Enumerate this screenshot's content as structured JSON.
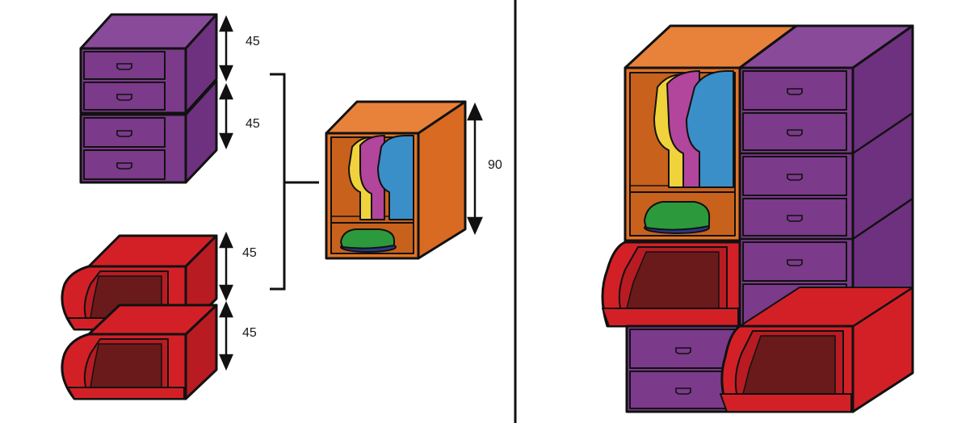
{
  "dimensions": {
    "drawer_unit_top": "45",
    "drawer_unit_bottom": "45",
    "bin_unit_top": "45",
    "bin_unit_bottom": "45",
    "wardrobe_unit": "90"
  },
  "colors": {
    "purple": "#7b3a8a",
    "red": "#d32027",
    "orange": "#e07427",
    "garment_pink": "#b2459c",
    "garment_blue": "#3b8fc8",
    "garment_yellow": "#f0d23c",
    "folded_green": "#2c9a3c",
    "folded_navy": "#2b3a8a",
    "bin_window": "#6a1a1a",
    "outline": "#111111"
  },
  "icons": [
    "drawer-handle-icon",
    "dimension-arrow-icon",
    "bracket-icon"
  ]
}
